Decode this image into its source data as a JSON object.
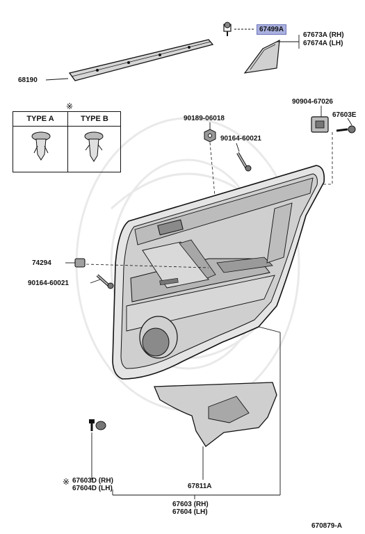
{
  "labels": {
    "p67499A": "67499A",
    "p67673A": "67673A (RH)",
    "p67674A": "67674A (LH)",
    "p68190": "68190",
    "p90904": "90904-67026",
    "p67603E": "67603E",
    "p90189": "90189-06018",
    "p90164_top": "90164-60021",
    "p74294": "74294",
    "p90164_left": "90164-60021",
    "p67811A": "67811A",
    "p67603D": "67603D (RH)",
    "p67604D": "67604D (LH)",
    "p67603": "67603 (RH)",
    "p67604": "67604 (LH)",
    "diagram_code": "670879-A"
  },
  "type_table": {
    "note_mark": "※",
    "type_a": "TYPE A",
    "type_b": "TYPE B"
  },
  "note_mark_bottom": "※",
  "colors": {
    "line": "#111111",
    "highlight": "#aab1e0",
    "highlight_border": "#6b73b8",
    "panel_shade": "#cfcfcf",
    "panel_dark": "#8a8a8a"
  }
}
